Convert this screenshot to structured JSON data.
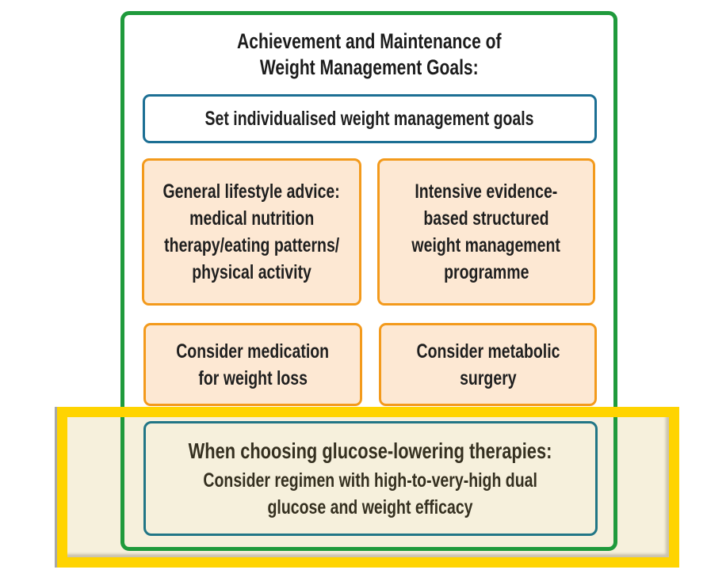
{
  "diagram": {
    "title_lines": [
      "Achievement and Maintenance of",
      "Weight Management Goals:"
    ],
    "goal_box": {
      "label": "Set individualised weight management goals"
    },
    "options": [
      {
        "id": "lifestyle",
        "lines": [
          "General lifestyle advice:",
          "medical nutrition",
          "therapy/eating patterns/",
          "physical activity"
        ]
      },
      {
        "id": "programme",
        "lines": [
          "Intensive evidence-",
          "based structured",
          "weight management",
          "programme"
        ]
      },
      {
        "id": "medication",
        "lines": [
          "Consider medication",
          "for weight loss"
        ]
      },
      {
        "id": "surgery",
        "lines": [
          "Consider metabolic",
          "surgery"
        ]
      }
    ],
    "highlight_box": {
      "heading": "When choosing glucose-lowering therapies:",
      "body_lines": [
        "Consider regimen with high-to-very-high dual",
        "glucose and weight efficacy"
      ]
    }
  },
  "colors": {
    "outer_frame_green": "#1f9a3c",
    "goal_box_blue": "#1c6f94",
    "option_border_orange": "#f39a1c",
    "option_fill": "#fde8d3",
    "highlight_frame_yellow": "#ffd400",
    "highlight_fill": "#f6f0dc",
    "highlight_box_teal": "#217686"
  }
}
